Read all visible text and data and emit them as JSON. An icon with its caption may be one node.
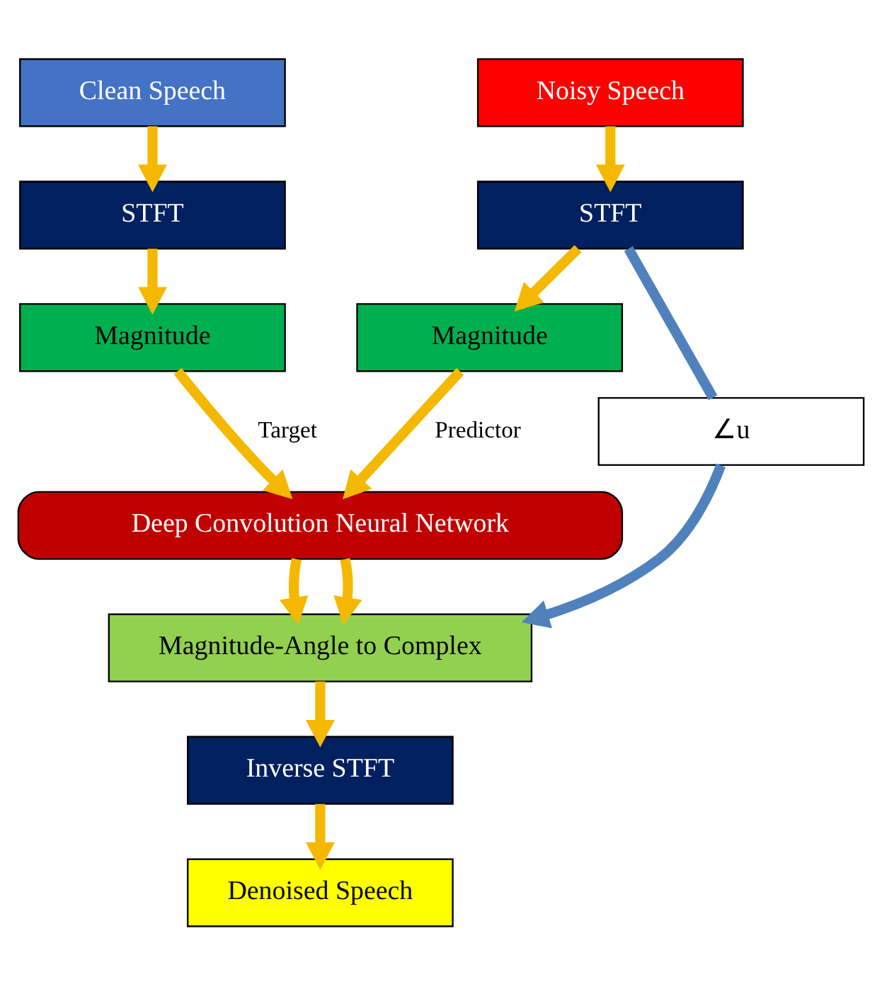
{
  "diagram": {
    "nodes": [
      {
        "text": [
          "Clean Speech"
        ]
      },
      {
        "text": [
          "Noisy Speech"
        ]
      },
      {
        "text": [
          "STFT"
        ]
      },
      {
        "text": [
          "STFT"
        ]
      },
      {
        "text": [
          "Magnitude"
        ]
      },
      {
        "text": [
          "Magnitude"
        ]
      },
      {
        "text": [
          "∠u"
        ]
      },
      {
        "text": [
          "Deep Convolution Neural Network"
        ]
      },
      {
        "text": [
          "Magnitude-Angle to Complex"
        ]
      },
      {
        "text": [
          "Inverse STFT"
        ]
      },
      {
        "text": [
          "Denoised Speech"
        ]
      }
    ],
    "edges": [
      {
        "from": 0,
        "to": 2,
        "arrow": "to"
      },
      {
        "from": 1,
        "to": 3,
        "arrow": "to"
      },
      {
        "from": 2,
        "to": 4,
        "arrow": "to"
      },
      {
        "from": 3,
        "to": 5,
        "arrow": "to"
      },
      {
        "from": 4,
        "to": 7,
        "arrow": "to",
        "label": "Target"
      },
      {
        "from": 5,
        "to": 7,
        "arrow": "to",
        "label": "Predictor"
      },
      {
        "from": 3,
        "to": 6,
        "arrow": "none",
        "color": "#4f81bd"
      },
      {
        "from": 6,
        "to": 8,
        "arrow": "to",
        "color": "#4f81bd"
      },
      {
        "from": 7,
        "to": 8,
        "arrow": "to"
      },
      {
        "from": 7,
        "to": 8,
        "arrow": "to"
      },
      {
        "from": 8,
        "to": 9,
        "arrow": "to"
      },
      {
        "from": 9,
        "to": 10,
        "arrow": "to"
      }
    ]
  }
}
